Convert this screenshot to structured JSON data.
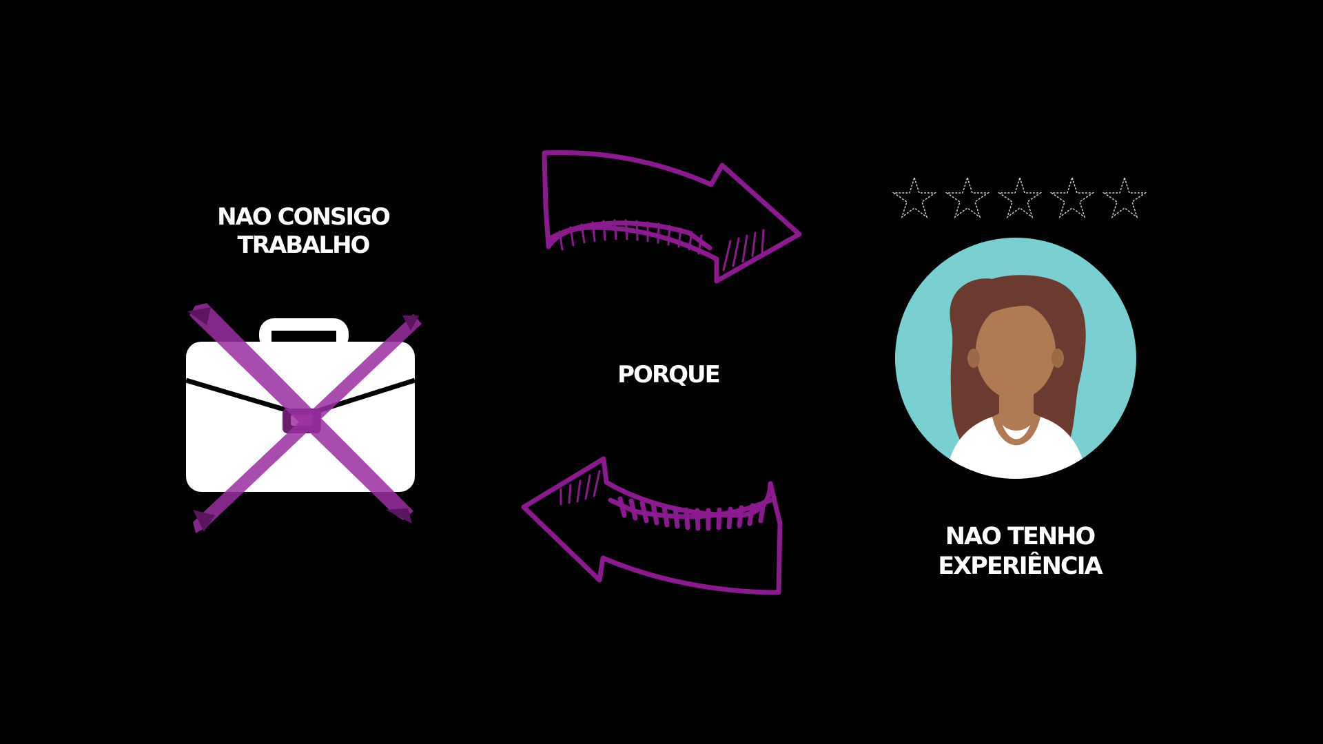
{
  "left_caption": {
    "line1": "NAO CONSIGO",
    "line2": "TRABALHO"
  },
  "center_caption": "PORQUE",
  "right_caption": {
    "line1": "NAO TENHO",
    "line2": "EXPERIÊNCIA"
  },
  "rating": {
    "stars_total": 5,
    "stars_filled": 0
  },
  "icons": {
    "job": "briefcase-icon",
    "blocked": "cross-icon",
    "cycle_top": "arrow-right-icon",
    "cycle_bottom": "arrow-left-icon",
    "person": "avatar-woman-icon",
    "rating": "star-icon"
  },
  "colors": {
    "background": "#000000",
    "text": "#ffffff",
    "accent_purple": "#8b1a8f",
    "cross_purple": "#a23aa8",
    "avatar_bg": "#7ad0d0",
    "skin": "#b07a55",
    "hair": "#6b3a30"
  }
}
